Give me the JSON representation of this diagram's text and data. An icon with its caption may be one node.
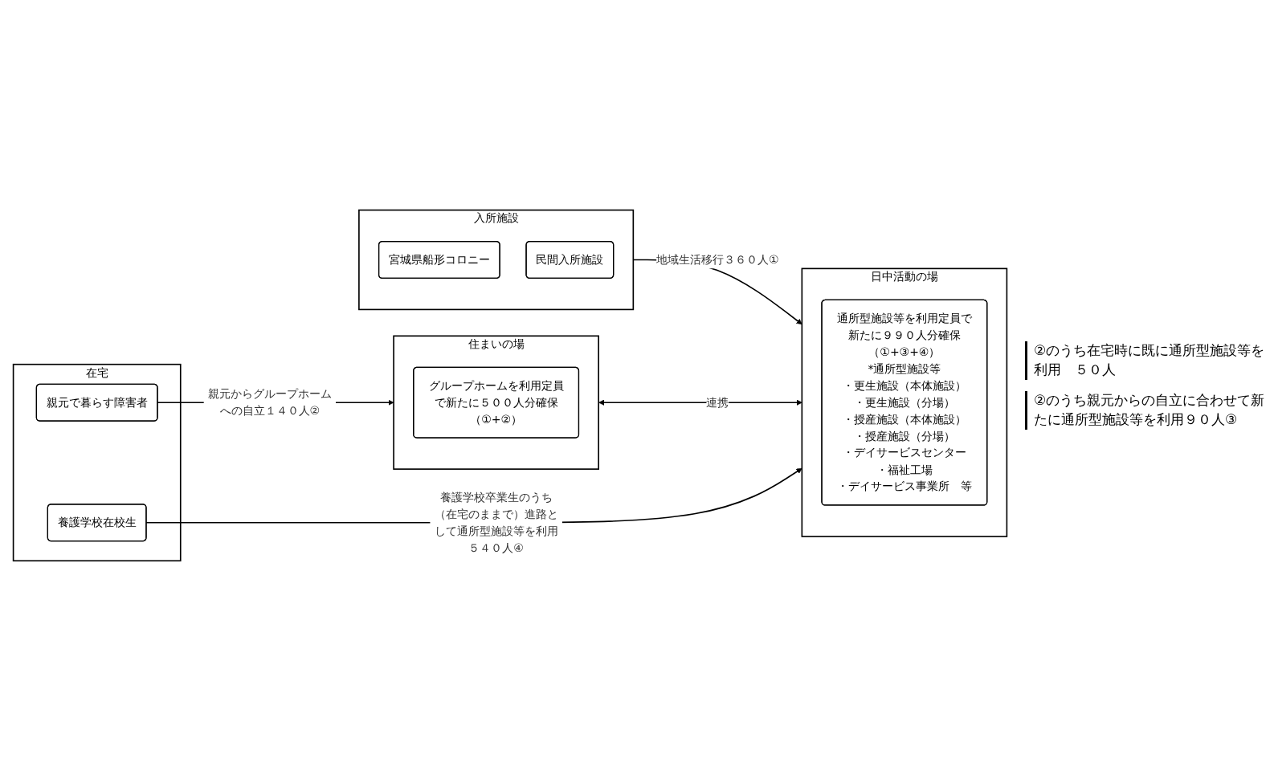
{
  "diagram": {
    "nodes": [
      {
        "text": [
          "入所施設"
        ]
      },
      {
        "text": [
          "宮城県船形コロニー"
        ],
        "in": 0
      },
      {
        "text": [
          "民間入所施設"
        ],
        "in": 0
      },
      {
        "text": [
          "住まいの場"
        ]
      },
      {
        "text": [
          "グループホームを利用定員で新たに５００人分確保",
          "（①+②）"
        ],
        "in": 3
      },
      {
        "text": [
          "日中活動の場"
        ]
      },
      {
        "text": [
          "通所型施設等を利用定員で新たに９９０人分確保",
          "（①+③+④）",
          "*通所型施設等",
          "・更生施設（本体施設）",
          "・更生施設（分場）",
          "・授産施設（本体施設）",
          "・授産施設（分場）",
          "・デイサービスセンター",
          "・福祉工場",
          "・デイサービス事業所　等"
        ],
        "in": 5
      },
      {
        "text": [
          "在宅"
        ]
      },
      {
        "text": [
          "親元で暮らす障害者"
        ],
        "in": 7
      },
      {
        "text": [
          "養護学校在校生"
        ],
        "in": 7
      }
    ],
    "edges": [
      {
        "from": 0,
        "to": 5,
        "arrow": "to",
        "label": "地域生活移行３６０人①"
      },
      {
        "from": 3,
        "to": 5,
        "arrow": "both",
        "label": "連携"
      },
      {
        "from": 8,
        "to": 3,
        "arrow": "to",
        "label": "親元からグループホームへの自立１４０人②"
      },
      {
        "from": 9,
        "to": 5,
        "arrow": "to",
        "label": "養護学校卒業生のうち（在宅のままで）進路として通所型施設等を利用５４０人④"
      }
    ],
    "labels": [
      "②のうち在宅時に既に通所型施設等を利用　５０人",
      "②のうち親元からの自立に合わせて新たに通所型施設等を利用９０人③"
    ]
  }
}
